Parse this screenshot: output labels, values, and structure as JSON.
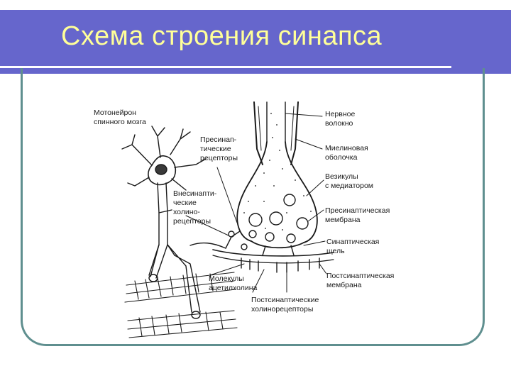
{
  "slide": {
    "title": "Схема строения синапса"
  },
  "colors": {
    "title_bar": "#6666cc",
    "title_text": "#ffff99",
    "frame": "#5f8f8f",
    "ink": "#1a1a1a"
  },
  "labels": {
    "motoneuron": [
      "Мотонейрон",
      "спинного мозга"
    ],
    "presynaptic_receptors": [
      "Пресинап-",
      "тические",
      "рецепторы"
    ],
    "extrasynaptic": [
      "Внесинапти-",
      "ческие",
      "холино-",
      "рецепторы"
    ],
    "nerve_fiber": [
      "Нервное",
      "волокно"
    ],
    "myelin": [
      "Миелиновая",
      "оболочка"
    ],
    "vesicles": [
      "Везикулы",
      "с медиатором"
    ],
    "presynaptic_membrane": [
      "Пресинаптическая",
      "мембрана"
    ],
    "cleft": [
      "Синаптическая",
      "щель"
    ],
    "postsynaptic_membrane": [
      "Постсинаптическая",
      "мембрана"
    ],
    "acetylcholine": [
      "Молекулы",
      "ацетилхолина"
    ],
    "postsynaptic_receptors": [
      "Постсинаптические",
      "холинорецепторы"
    ]
  }
}
